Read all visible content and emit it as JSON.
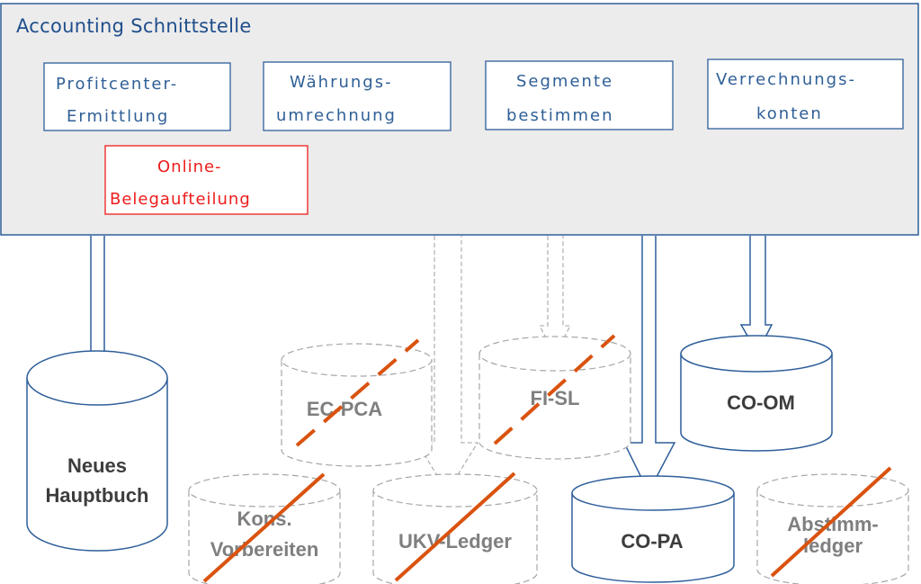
{
  "interface": {
    "title": "Accounting Schnittstelle",
    "processes": [
      {
        "id": "profitcenter",
        "lines": [
          "Profitcenter-",
          "Ermittlung"
        ],
        "highlight": false
      },
      {
        "id": "waehrung",
        "lines": [
          "Währungs-",
          "umrechnung"
        ],
        "highlight": false
      },
      {
        "id": "segmente",
        "lines": [
          "Segmente",
          "bestimmen"
        ],
        "highlight": false
      },
      {
        "id": "verrechnung",
        "lines": [
          "Verrechnungs-",
          "konten"
        ],
        "highlight": false
      },
      {
        "id": "belegaufteilung",
        "lines": [
          "Online-",
          "Belegaufteilung"
        ],
        "highlight": true
      }
    ]
  },
  "databases": [
    {
      "id": "neues-hauptbuch",
      "lines": [
        "Neues",
        "Hauptbuch"
      ],
      "active": true,
      "crossed": false
    },
    {
      "id": "ec-pca",
      "lines": [
        "EC-PCA"
      ],
      "active": false,
      "crossed": "dashed"
    },
    {
      "id": "fi-sl",
      "lines": [
        "FI-SL"
      ],
      "active": false,
      "crossed": "dashed"
    },
    {
      "id": "co-om",
      "lines": [
        "CO-OM"
      ],
      "active": true,
      "crossed": false
    },
    {
      "id": "kons-vorbereiten",
      "lines": [
        "Kons.",
        "Vorbereiten"
      ],
      "active": false,
      "crossed": "solid"
    },
    {
      "id": "ukv-ledger",
      "lines": [
        "UKV-Ledger"
      ],
      "active": false,
      "crossed": "solid"
    },
    {
      "id": "co-pa",
      "lines": [
        "CO-PA"
      ],
      "active": true,
      "crossed": false
    },
    {
      "id": "abstimmledger",
      "lines": [
        "Abstimm-",
        "ledger"
      ],
      "active": false,
      "crossed": "solid"
    }
  ],
  "flows": [
    {
      "from": "interface",
      "to": "neues-hauptbuch",
      "active": true
    },
    {
      "from": "interface",
      "to": "ukv-ledger",
      "active": false
    },
    {
      "from": "interface",
      "to": "fi-sl",
      "active": false
    },
    {
      "from": "interface",
      "to": "co-pa",
      "active": true
    },
    {
      "from": "interface",
      "to": "co-om",
      "active": true
    }
  ],
  "colors": {
    "active_stroke": "#2e5e9a",
    "inactive_stroke": "#a6a6a6",
    "highlight": "#ee1c1c",
    "cross_out": "#d9530f",
    "frame_fill": "#ececec"
  }
}
